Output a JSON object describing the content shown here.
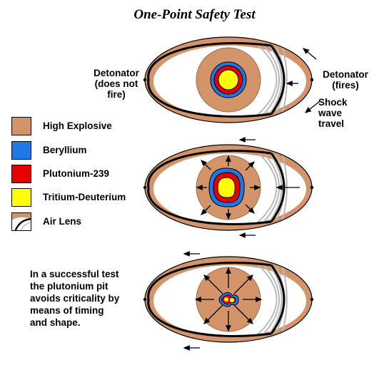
{
  "title": "One-Point Safety Test",
  "labels": {
    "left_detonator": [
      "Detonator",
      "(does not",
      "fire)"
    ],
    "right_detonator": [
      "Detonator",
      "(fires)"
    ],
    "shock_wave": [
      "Shock",
      "wave",
      "travel"
    ]
  },
  "legend": [
    {
      "label": "High Explosive",
      "color": "#d4946a"
    },
    {
      "label": "Beryllium",
      "color": "#1e78e6"
    },
    {
      "label": "Plutonium-239",
      "color": "#e60000"
    },
    {
      "label": "Tritium-Deuterium",
      "color": "#ffff00"
    },
    {
      "label": "Air Lens",
      "icon": "air-lens-icon"
    }
  ],
  "note": [
    "In a successful test",
    "the plutonium pit",
    "avoids criticality by",
    "means of timing",
    "and shape."
  ],
  "colors": {
    "high_explosive": "#d4946a",
    "beryllium": "#1e78e6",
    "plutonium": "#e60000",
    "tritium": "#ffff00",
    "air_lens": "#ffffff",
    "lens_lines": "#b9b9b9",
    "outline": "#000000"
  }
}
